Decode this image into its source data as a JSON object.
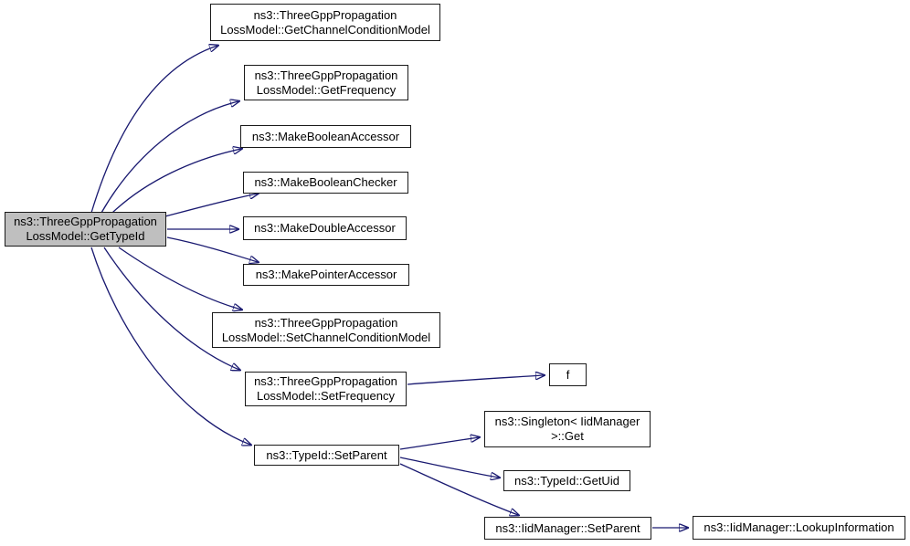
{
  "diagram": {
    "type": "doxygen-call-graph",
    "background": "#ffffff",
    "edge_color": "#191970",
    "node_fill": "#ffffff",
    "node_border": "#1a1a1a",
    "highlight_fill": "#bfbfbf",
    "nodes": [
      {
        "id": "get-type-id",
        "label": "ns3::ThreeGppPropagation\nLossModel::GetTypeId",
        "highlighted": true
      },
      {
        "id": "get-channel-condition-model",
        "label": "ns3::ThreeGppPropagation\nLossModel::GetChannelConditionModel",
        "highlighted": false
      },
      {
        "id": "get-frequency",
        "label": "ns3::ThreeGppPropagation\nLossModel::GetFrequency",
        "highlighted": false
      },
      {
        "id": "make-boolean-accessor",
        "label": "ns3::MakeBooleanAccessor",
        "highlighted": false
      },
      {
        "id": "make-boolean-checker",
        "label": "ns3::MakeBooleanChecker",
        "highlighted": false
      },
      {
        "id": "make-double-accessor",
        "label": "ns3::MakeDoubleAccessor",
        "highlighted": false
      },
      {
        "id": "make-pointer-accessor",
        "label": "ns3::MakePointerAccessor",
        "highlighted": false
      },
      {
        "id": "set-channel-condition-model",
        "label": "ns3::ThreeGppPropagation\nLossModel::SetChannelConditionModel",
        "highlighted": false
      },
      {
        "id": "set-frequency",
        "label": "ns3::ThreeGppPropagation\nLossModel::SetFrequency",
        "highlighted": false
      },
      {
        "id": "typeid-set-parent",
        "label": "ns3::TypeId::SetParent",
        "highlighted": false
      },
      {
        "id": "f",
        "label": "f",
        "highlighted": false
      },
      {
        "id": "singleton-iidmanager-get",
        "label": "ns3::Singleton< IidManager\n>::Get",
        "highlighted": false
      },
      {
        "id": "typeid-get-uid",
        "label": "ns3::TypeId::GetUid",
        "highlighted": false
      },
      {
        "id": "iidmanager-set-parent",
        "label": "ns3::IidManager::SetParent",
        "highlighted": false
      },
      {
        "id": "iidmanager-lookup-information",
        "label": "ns3::IidManager::LookupInformation",
        "highlighted": false
      }
    ],
    "edges": [
      {
        "from": "get-type-id",
        "to": "get-channel-condition-model"
      },
      {
        "from": "get-type-id",
        "to": "get-frequency"
      },
      {
        "from": "get-type-id",
        "to": "make-boolean-accessor"
      },
      {
        "from": "get-type-id",
        "to": "make-boolean-checker"
      },
      {
        "from": "get-type-id",
        "to": "make-double-accessor"
      },
      {
        "from": "get-type-id",
        "to": "make-pointer-accessor"
      },
      {
        "from": "get-type-id",
        "to": "set-channel-condition-model"
      },
      {
        "from": "get-type-id",
        "to": "set-frequency"
      },
      {
        "from": "get-type-id",
        "to": "typeid-set-parent"
      },
      {
        "from": "set-frequency",
        "to": "f"
      },
      {
        "from": "typeid-set-parent",
        "to": "singleton-iidmanager-get"
      },
      {
        "from": "typeid-set-parent",
        "to": "typeid-get-uid"
      },
      {
        "from": "typeid-set-parent",
        "to": "iidmanager-set-parent"
      },
      {
        "from": "iidmanager-set-parent",
        "to": "iidmanager-lookup-information"
      }
    ]
  }
}
